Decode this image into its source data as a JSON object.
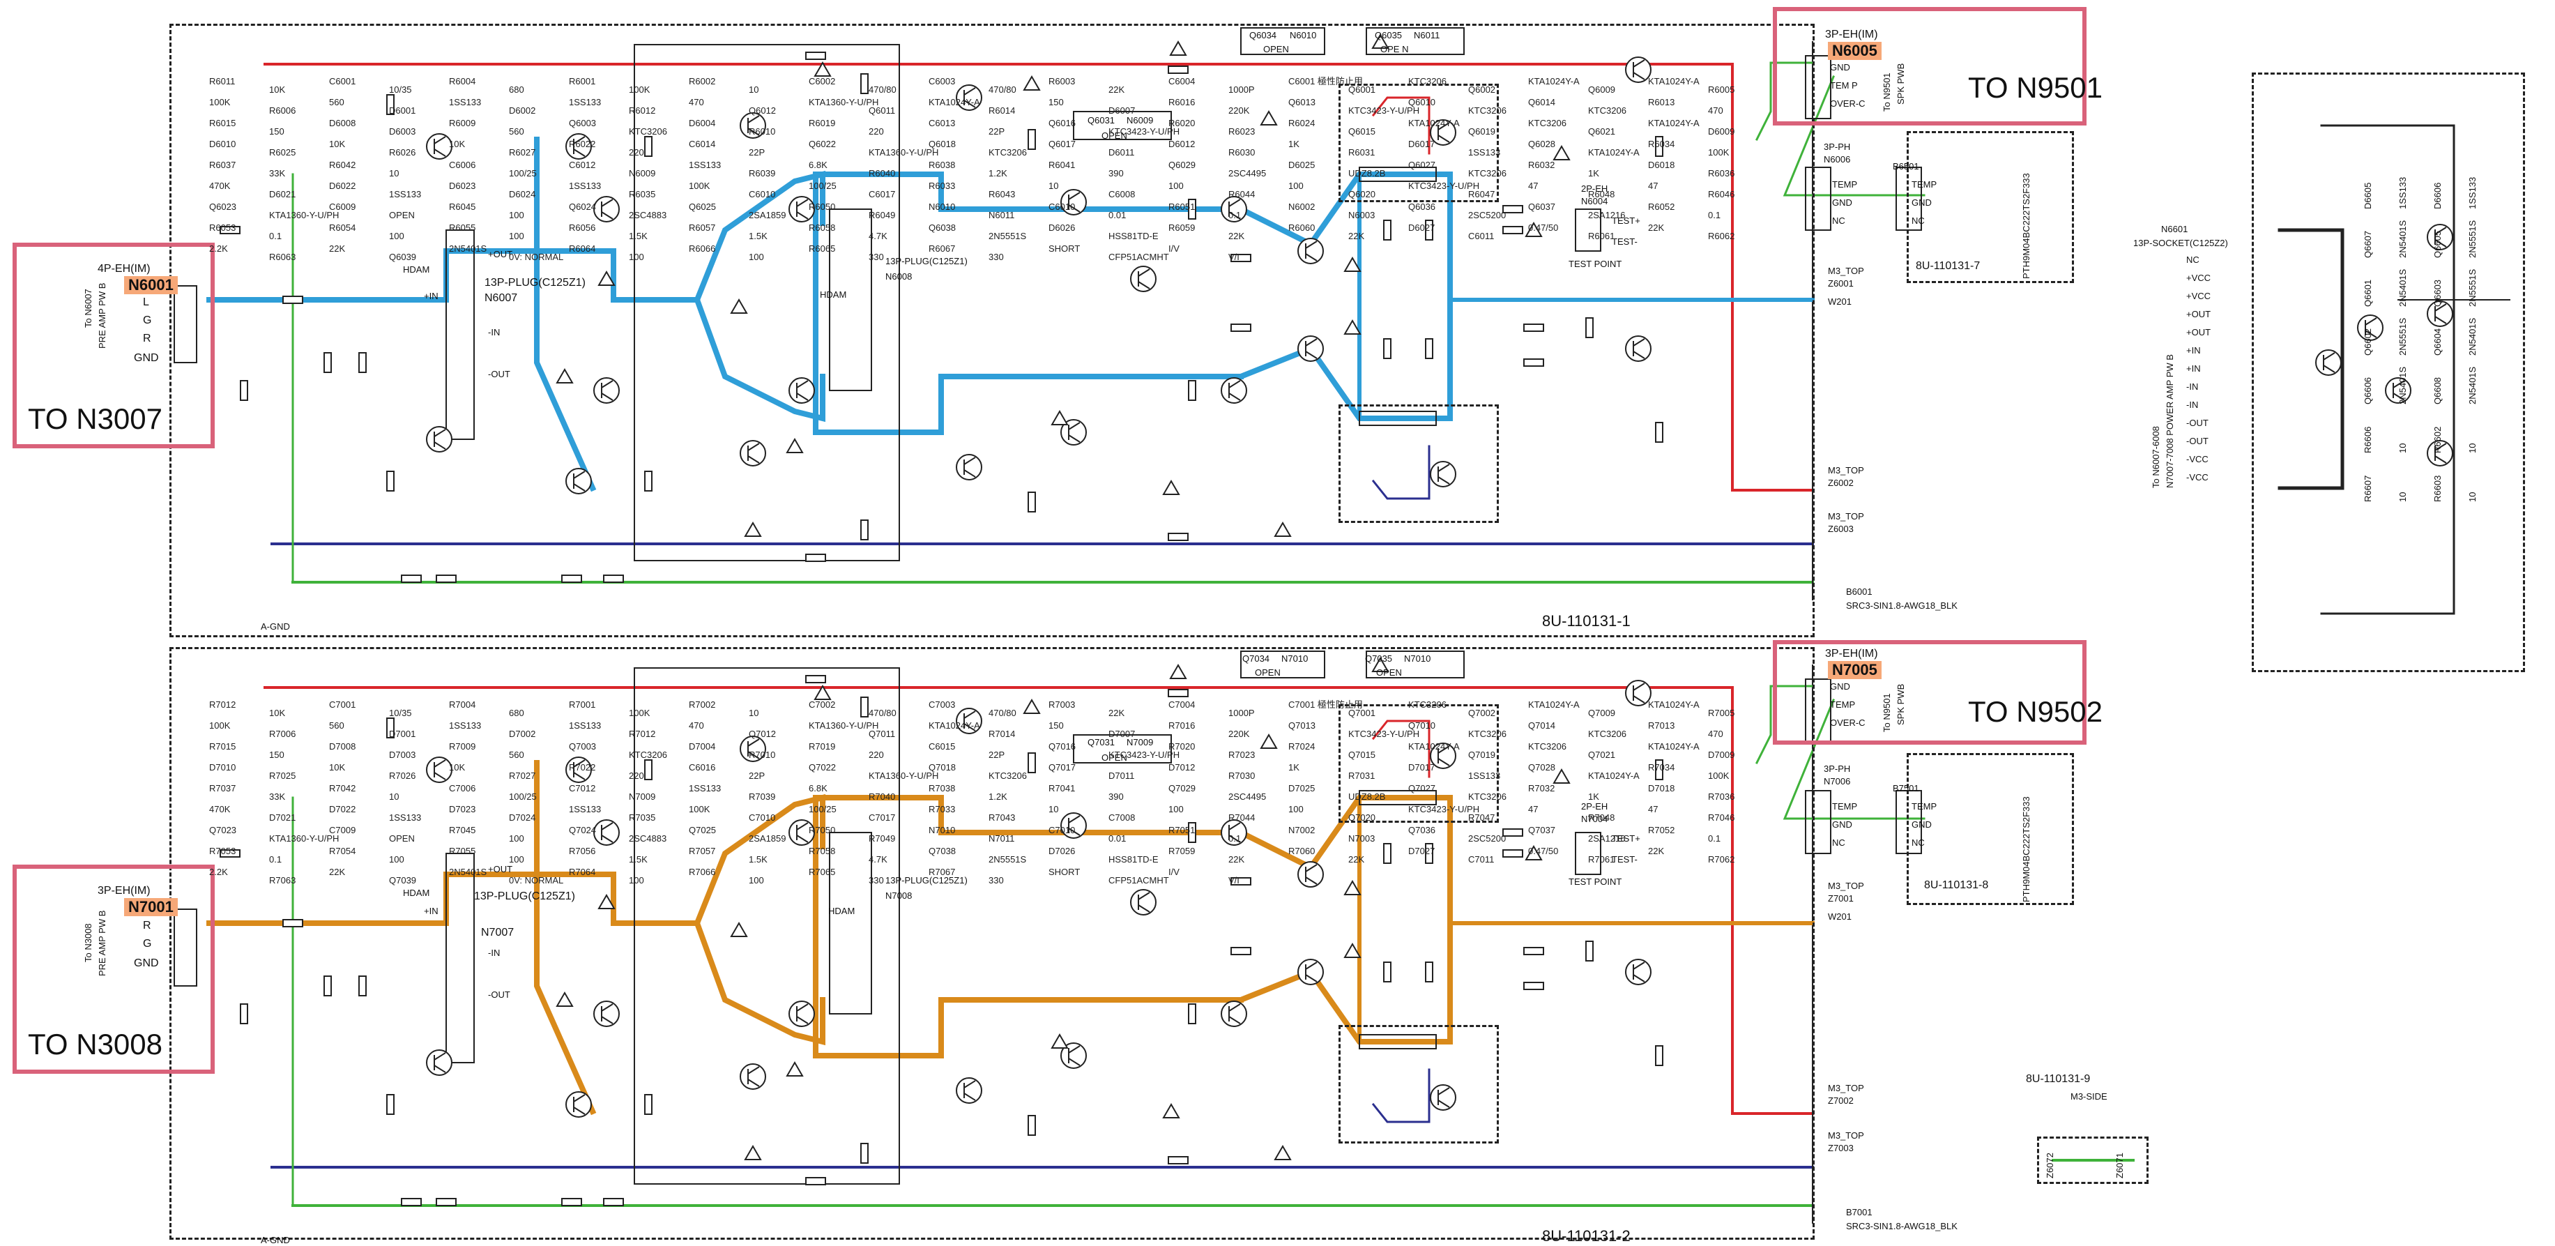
{
  "colors": {
    "vcc_rail": "#d9252a",
    "vee_rail": "#2b2f8f",
    "ground": "#3fb23a",
    "highlight_ch1": "#2f9ed8",
    "highlight_ch2": "#d98a1a",
    "callout": "#d9627a",
    "tag_fill": "#f6a878",
    "line": "#222222"
  },
  "channel1": {
    "board_id": "8U-110131-1",
    "input_connector": {
      "type": "4P-EH(IM)",
      "ref": "N6001",
      "to": "To N6007",
      "note": "PRE AMP PW B",
      "pins": [
        "L",
        "G",
        "R",
        "GND"
      ]
    },
    "output_connector": {
      "type": "3P-EH(IM)",
      "ref": "N6005",
      "to": "To N9501",
      "note": "SPK PWB",
      "pins": [
        "GND",
        "TEM P",
        "OVER-C"
      ]
    },
    "callout_in": "TO N3007",
    "callout_out": "TO N9501",
    "plug": {
      "type": "13P-PLUG(C125Z1)",
      "ref": "N6007",
      "pins": [
        "+OUT",
        "+IN",
        "-IN",
        "-OUT"
      ]
    },
    "plug2": {
      "type": "13P-PLUG(C125Z1)",
      "ref": "N6008"
    },
    "hdam": "HDAM",
    "temp_connector": {
      "type": "3P-PH",
      "ref": "N6006",
      "pins": [
        "TEMP",
        "GND",
        "NC"
      ]
    },
    "test_point": {
      "type": "2P-EH",
      "ref": "N6004",
      "pins": [
        "TEST+",
        "TEST-"
      ],
      "label": "TEST POINT"
    },
    "thermistor": {
      "ref": "B6501",
      "part": "PTH9M04BC222TS2F333",
      "board": "8U-110131-7",
      "pins": [
        "TEMP",
        "GND",
        "NC"
      ]
    },
    "ground_label": "A-GND",
    "ground_wire": {
      "ref": "B6001",
      "part": "SRC3-SIN1.8-AWG18_BLK"
    },
    "tops": [
      "M3_TOP",
      "Z6001",
      "W201",
      "M3_TOP",
      "Z6002",
      "M3_TOP",
      "Z6003"
    ],
    "opens": [
      {
        "ref": "Q6034",
        "to": "N6010",
        "label": "OPEN"
      },
      {
        "ref": "Q6035",
        "to": "N6011",
        "label": "OPE N"
      },
      {
        "ref": "Q6031",
        "to": "N6009",
        "label": "OPEN"
      }
    ],
    "parts": [
      "R6011",
      "10K",
      "C6001",
      "10/35",
      "R6004",
      "680",
      "R6001",
      "100K",
      "R6002",
      "10",
      "C6002",
      "470/80",
      "C6003",
      "470/80",
      "R6003",
      "22K",
      "C6004",
      "1000P",
      "C6001 極性防止用",
      "Q6001",
      "KTC3206",
      "Q6002",
      "KTA1024Y-A",
      "Q6009",
      "KTA1024Y-A",
      "R6005",
      "100K",
      "R6006",
      "560",
      "D6001",
      "1SS133",
      "D6002",
      "1SS133",
      "R6012",
      "470",
      "Q6012",
      "KTA1360-Y-U/PH",
      "Q6011",
      "KTA1024Y-A",
      "R6014",
      "150",
      "D6007",
      "R6016",
      "220K",
      "Q6013",
      "KTC3423-Y-U/PH",
      "Q6010",
      "KTC3206",
      "Q6014",
      "KTC3206",
      "R6013",
      "470",
      "R6015",
      "150",
      "D6008",
      "D6003",
      "R6009",
      "560",
      "Q6003",
      "KTC3206",
      "D6004",
      "R6010",
      "R6019",
      "220",
      "C6013",
      "22P",
      "Q6016",
      "KTC3423-Y-U/PH",
      "R6020",
      "R6023",
      "R6024",
      "Q6015",
      "KTA1024Y-A",
      "Q6019",
      "KTC3206",
      "Q6021",
      "KTA1024Y-A",
      "D6009",
      "D6010",
      "R6025",
      "10K",
      "R6026",
      "10K",
      "R6027",
      "R6022",
      "220",
      "C6014",
      "22P",
      "Q6022",
      "KTA1360-Y-U/PH",
      "Q6018",
      "KTC3206",
      "Q6017",
      "D6011",
      "D6012",
      "R6030",
      "1K",
      "R6031",
      "D6017",
      "1SS133",
      "Q6028",
      "KTA1024Y-A",
      "R6034",
      "100K",
      "R6037",
      "33K",
      "R6042",
      "10",
      "C6006",
      "100/25",
      "C6012",
      "N6009",
      "1SS133",
      "R6039",
      "6.8K",
      "R6040",
      "R6038",
      "1.2K",
      "R6041",
      "390",
      "Q6029",
      "2SC4495",
      "D6025",
      "UDZ8.2B",
      "Q6027",
      "KTC3206",
      "R6032",
      "1K",
      "D6018",
      "R6036",
      "470K",
      "D6021",
      "D6022",
      "1SS133",
      "D6023",
      "D6024",
      "1SS133",
      "R6035",
      "100K",
      "C6010",
      "100/25",
      "C6017",
      "R6033",
      "R6043",
      "10",
      "C6008",
      "100",
      "R6044",
      "100",
      "Q6020",
      "KTC3423-Y-U/PH",
      "R6047",
      "47",
      "R6048",
      "47",
      "R6046",
      "Q6023",
      "KTA1360-Y-U/PH",
      "C6009",
      "OPEN",
      "R6045",
      "100",
      "Q6024",
      "2SC4883",
      "Q6025",
      "2SA1859",
      "R6050",
      "R6049",
      "N6010",
      "N6011",
      "C6010",
      "0.01",
      "R6051",
      "0.1",
      "N6002",
      "N6003",
      "Q6036",
      "2SC5200",
      "Q6037",
      "2SA1216",
      "R6052",
      "0.1",
      "R6053",
      "0.1",
      "R6054",
      "100",
      "R6055",
      "100",
      "R6056",
      "1.5K",
      "R6057",
      "1.5K",
      "R6058",
      "4.7K",
      "Q6038",
      "2N5551S",
      "D6026",
      "HSS81TD-E",
      "R6059",
      "22K",
      "R6060",
      "22K",
      "D6027",
      "C6011",
      "0.47/50",
      "R6061",
      "22K",
      "R6062",
      "2.2K",
      "R6063",
      "22K",
      "Q6039",
      "2N5401S",
      "0V: NORMAL",
      "R6064",
      "100",
      "R6066",
      "100",
      "R6065",
      "330",
      "R6067",
      "330",
      "SHORT",
      "CFP51ACMHT",
      "I/V",
      "V/I"
    ]
  },
  "channel2": {
    "board_id": "8U-110131-2",
    "input_connector": {
      "type": "3P-EH(IM)",
      "ref": "N7001",
      "to": "To N3008",
      "note": "PRE AMP PW B",
      "pins": [
        "R",
        "G",
        "GND"
      ]
    },
    "output_connector": {
      "type": "3P-EH(IM)",
      "ref": "N7005",
      "to": "To N9501",
      "note": "SPK PWB",
      "pins": [
        "GND",
        "TEMP",
        "OVER-C"
      ]
    },
    "callout_in": "TO N3008",
    "callout_out": "TO N9502",
    "plug": {
      "type": "13P-PLUG(C125Z1)",
      "ref": "N7007",
      "pins": [
        "+OUT",
        "+IN",
        "-IN",
        "-OUT"
      ]
    },
    "plug2": {
      "type": "13P-PLUG(C125Z1)",
      "ref": "N7008"
    },
    "hdam": "HDAM",
    "temp_connector": {
      "type": "3P-PH",
      "ref": "N7006",
      "pins": [
        "TEMP",
        "GND",
        "NC"
      ]
    },
    "test_point": {
      "type": "2P-EH",
      "ref": "N7004",
      "pins": [
        "TEST+",
        "TEST-"
      ],
      "label": "TEST POINT"
    },
    "thermistor": {
      "ref": "B7501",
      "part": "PTH9M04BC222TS2F333",
      "board": "8U-110131-8",
      "pins": [
        "TEMP",
        "GND",
        "NC"
      ]
    },
    "ground_label": "A-GND",
    "ground_wire": {
      "ref": "B7001",
      "part": "SRC3-SIN1.8-AWG18_BLK"
    },
    "tops": [
      "M3_TOP",
      "Z7001",
      "W201",
      "M3_TOP",
      "Z7002",
      "M3_TOP",
      "Z7003"
    ],
    "opens": [
      {
        "ref": "Q7034",
        "to": "N7010",
        "label": "OPEN"
      },
      {
        "ref": "Q7035",
        "to": "N7010",
        "label": "OPEN"
      },
      {
        "ref": "Q7031",
        "to": "N7009",
        "label": "OPEN"
      }
    ],
    "parts": [
      "R7012",
      "10K",
      "C7001",
      "10/35",
      "R7004",
      "680",
      "R7001",
      "100K",
      "R7002",
      "10",
      "C7002",
      "470/80",
      "C7003",
      "470/80",
      "R7003",
      "22K",
      "C7004",
      "1000P",
      "C7001 極性防止用",
      "Q7001",
      "KTC3206",
      "Q7002",
      "KTA1024Y-A",
      "Q7009",
      "KTA1024Y-A",
      "R7005",
      "100K",
      "R7006",
      "560",
      "D7001",
      "1SS133",
      "D7002",
      "1SS133",
      "R7012",
      "470",
      "Q7012",
      "KTA1360-Y-U/PH",
      "Q7011",
      "KTA1024Y-A",
      "R7014",
      "150",
      "D7007",
      "R7016",
      "220K",
      "Q7013",
      "KTC3423-Y-U/PH",
      "Q7010",
      "KTC3206",
      "Q7014",
      "KTC3206",
      "R7013",
      "470",
      "R7015",
      "150",
      "D7008",
      "D7003",
      "R7009",
      "560",
      "Q7003",
      "KTC3206",
      "D7004",
      "R7010",
      "R7019",
      "220",
      "C6015",
      "22P",
      "Q7016",
      "KTC3423-Y-U/PH",
      "R7020",
      "R7023",
      "R7024",
      "Q7015",
      "KTA1024Y-A",
      "Q7019",
      "KTC3206",
      "Q7021",
      "KTA1024Y-A",
      "D7009",
      "D7010",
      "R7025",
      "10K",
      "R7026",
      "10K",
      "R7027",
      "R7022",
      "220",
      "C6016",
      "22P",
      "Q7022",
      "KTA1360-Y-U/PH",
      "Q7018",
      "KTC3206",
      "Q7017",
      "D7011",
      "D7012",
      "R7030",
      "1K",
      "R7031",
      "D7017",
      "1SS133",
      "Q7028",
      "KTA1024Y-A",
      "R7034",
      "100K",
      "R7037",
      "33K",
      "R7042",
      "10",
      "C7006",
      "100/25",
      "C7012",
      "N7009",
      "1SS133",
      "R7039",
      "6.8K",
      "R7040",
      "R7038",
      "1.2K",
      "R7041",
      "390",
      "Q7029",
      "2SC4495",
      "D7025",
      "UDZ8.2B",
      "Q7027",
      "KTC3206",
      "R7032",
      "1K",
      "D7018",
      "R7036",
      "470K",
      "D7021",
      "D7022",
      "1SS133",
      "D7023",
      "D7024",
      "1SS133",
      "R7035",
      "100K",
      "C7010",
      "100/25",
      "C7017",
      "R7033",
      "R7043",
      "10",
      "C7008",
      "100",
      "R7044",
      "100",
      "Q7020",
      "KTC3423-Y-U/PH",
      "R7047",
      "47",
      "R7048",
      "47",
      "R7046",
      "Q7023",
      "KTA1360-Y-U/PH",
      "C7009",
      "OPEN",
      "R7045",
      "100",
      "Q7024",
      "2SC4883",
      "Q7025",
      "2SA1859",
      "R7050",
      "R7049",
      "N7010",
      "N7011",
      "C7010",
      "0.01",
      "R7051",
      "0.1",
      "N7002",
      "N7003",
      "Q7036",
      "2SC5200",
      "Q7037",
      "2SA1216",
      "R7052",
      "0.1",
      "R7053",
      "0.1",
      "R7054",
      "100",
      "R7055",
      "100",
      "R7056",
      "1.5K",
      "R7057",
      "1.5K",
      "R7058",
      "4.7K",
      "Q7038",
      "2N5551S",
      "D7026",
      "HSS81TD-E",
      "R7059",
      "22K",
      "R7060",
      "22K",
      "D7027",
      "C7011",
      "0.47/50",
      "R7061",
      "22K",
      "R7062",
      "2.2K",
      "R7063",
      "22K",
      "Q7039",
      "2N5401S",
      "0V: NORMAL",
      "R7064",
      "100",
      "R7066",
      "100",
      "R7065",
      "330",
      "R7067",
      "330",
      "SHORT",
      "CFP51ACMHT",
      "I/V",
      "V/I"
    ]
  },
  "socket_board": {
    "ref": "N6601",
    "type": "13P-SOCKET(C125Z2)",
    "to": "To N6007-6008",
    "note": "N7007-7008 POWER AMP PW B",
    "pins": [
      "NC",
      "+VCC",
      "+VCC",
      "+OUT",
      "+OUT",
      "+IN",
      "+IN",
      "-IN",
      "-IN",
      "-OUT",
      "-OUT",
      "-VCC",
      "-VCC"
    ],
    "parts": [
      "D6605",
      "1SS133",
      "D6606",
      "1SS133",
      "Q6607",
      "2N5401S",
      "Q6605",
      "2N5551S",
      "Q6601",
      "2N5401S",
      "Q6603",
      "2N5551S",
      "Q6602",
      "2N5551S",
      "Q6604",
      "2N5401S",
      "Q6606",
      "2N5401S",
      "Q6608",
      "2N5401S",
      "R6606",
      "10",
      "R6602",
      "10",
      "R6607",
      "10",
      "R6603",
      "10"
    ]
  },
  "m3_side": {
    "board": "8U-110131-9",
    "label": "M3-SIDE",
    "parts": [
      "Z6071",
      "Z6072"
    ]
  }
}
